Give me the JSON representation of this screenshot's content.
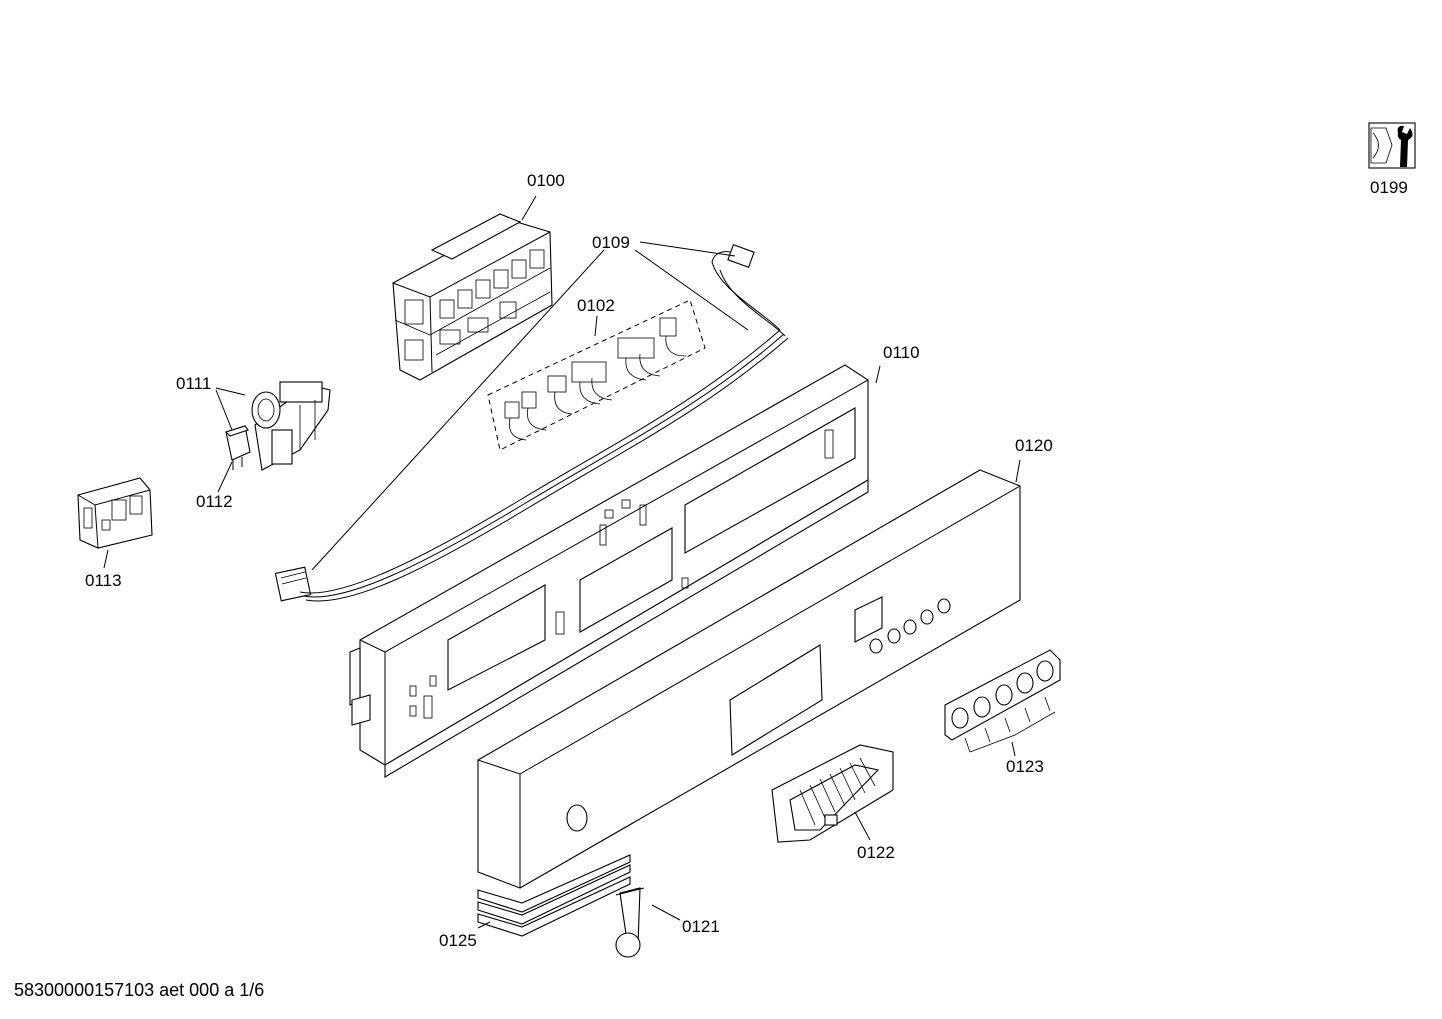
{
  "diagram": {
    "parts": [
      {
        "id": "p0100",
        "label": "0100"
      },
      {
        "id": "p0109",
        "label": "0109"
      },
      {
        "id": "p0102",
        "label": "0102"
      },
      {
        "id": "p0110",
        "label": "0110"
      },
      {
        "id": "p0111",
        "label": "0111"
      },
      {
        "id": "p0112",
        "label": "0112"
      },
      {
        "id": "p0113",
        "label": "0113"
      },
      {
        "id": "p0120",
        "label": "0120"
      },
      {
        "id": "p0121",
        "label": "0121"
      },
      {
        "id": "p0122",
        "label": "0122"
      },
      {
        "id": "p0123",
        "label": "0123"
      },
      {
        "id": "p0125",
        "label": "0125"
      },
      {
        "id": "p0199",
        "label": "0199"
      }
    ],
    "service_icon": "wrench-nut-icon"
  },
  "footer": {
    "document_code": "58300000157103 aet 000 a 1/6"
  }
}
